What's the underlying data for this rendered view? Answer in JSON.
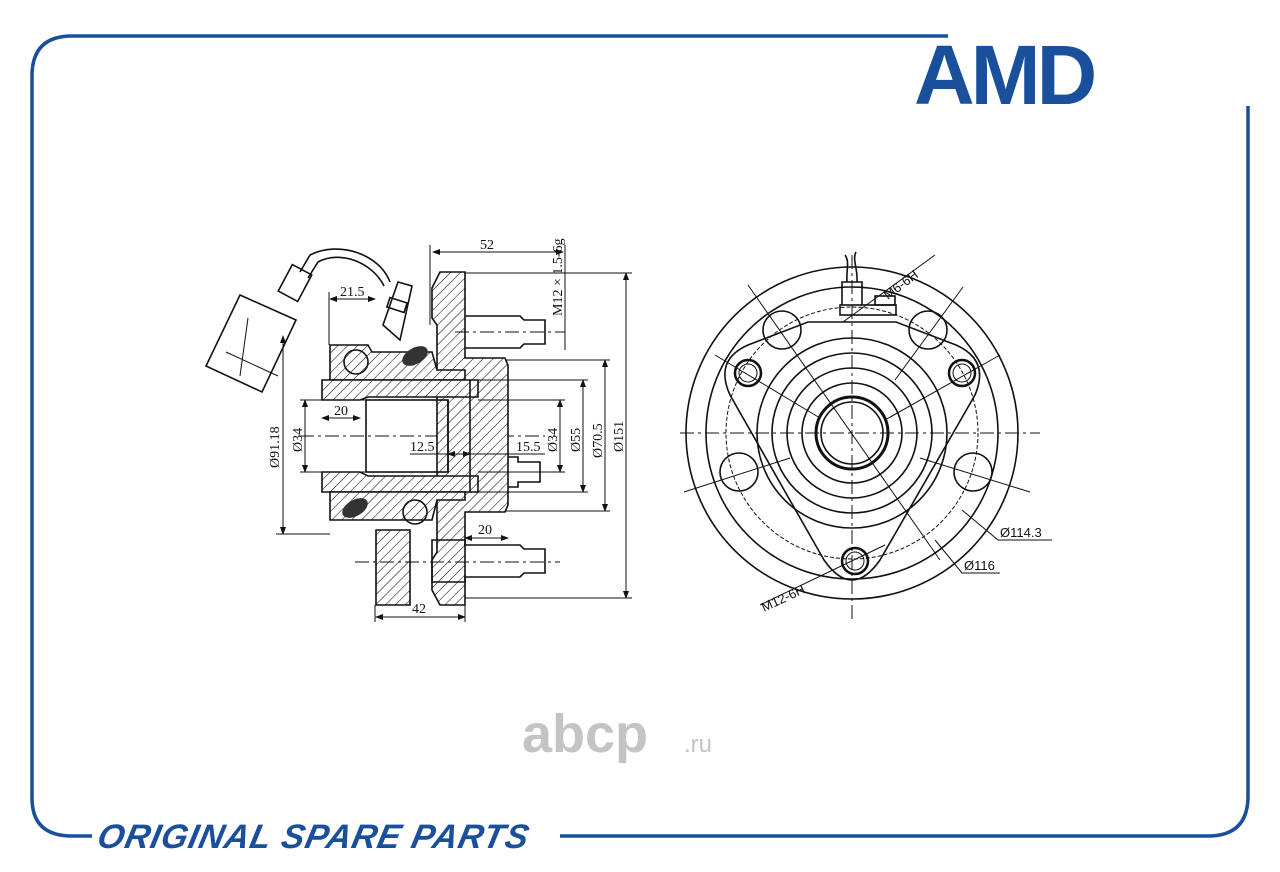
{
  "brand": {
    "logo_text": "AMD",
    "color": "#1a4f9c"
  },
  "footer": {
    "text": "ORIGINAL SPARE PARTS"
  },
  "watermark": {
    "main": "abcp",
    "suffix": ".ru"
  },
  "side_view": {
    "dimensions": {
      "d52": "52",
      "thread_stud": "M12 × 1.5-6g",
      "d21_5": "21.5",
      "d20_left": "20",
      "d91_18": "Ø91.18",
      "d34_left": "Ø34",
      "d12_5": "12.5",
      "d15_5": "15.5",
      "d34_right": "Ø34",
      "d55": "Ø55",
      "d70_5": "Ø70.5",
      "d151": "Ø151",
      "d20_bottom": "20",
      "d42": "42"
    }
  },
  "front_view": {
    "dimensions": {
      "sensor_thread": "M6-6H",
      "pcd": "Ø114.3",
      "d116": "Ø116",
      "bolt_thread": "M12-6H"
    }
  }
}
